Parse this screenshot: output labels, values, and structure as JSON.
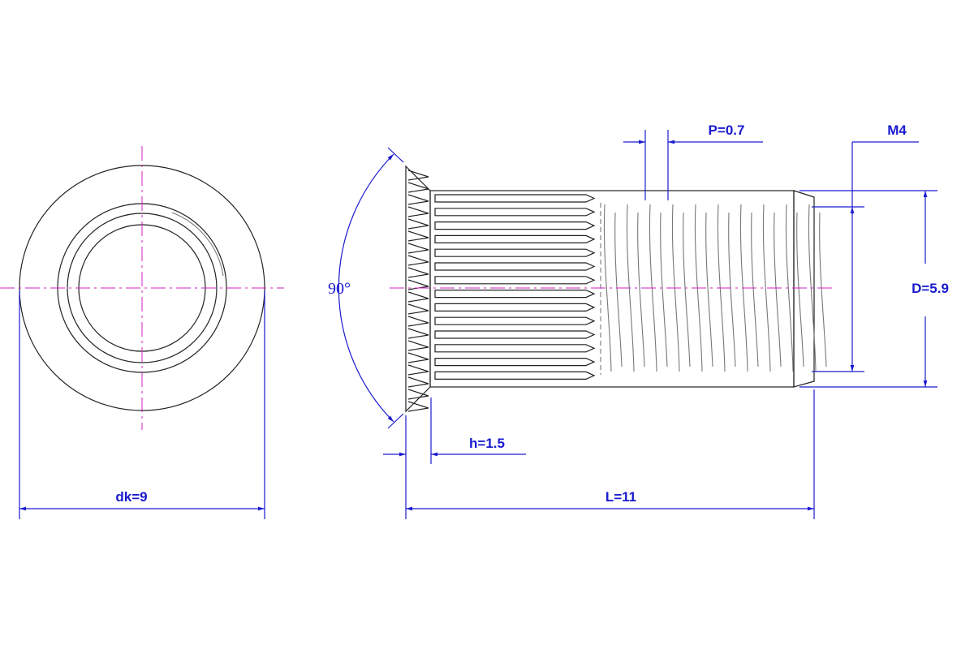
{
  "labels": {
    "dk": "dk=9",
    "L": "L=11",
    "h": "h=1.5",
    "P": "P=0.7",
    "M": "M4",
    "D": "D=5.9",
    "angle": "90°"
  },
  "colors": {
    "dimension": "#1a1ad0",
    "centerline": "#d020c0",
    "outline": "#222222"
  }
}
